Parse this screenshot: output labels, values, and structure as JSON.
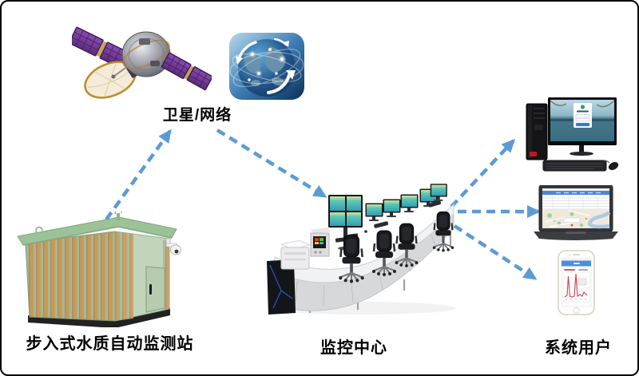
{
  "diagram": {
    "type": "system-architecture",
    "labels": {
      "satellite_network": "卫星/网络",
      "monitoring_station": "步入式水质自动监测站",
      "monitoring_center": "监控中心",
      "system_users": "系统用户"
    },
    "icons": [
      {
        "name": "satellite-icon",
        "depicts": "communication satellite with purple solar panels and gold dish"
      },
      {
        "name": "network-globe-icon",
        "depicts": "blue globe with orbit arcs and white arrows"
      },
      {
        "name": "monitoring-station-icon",
        "depicts": "green walk-in cabin with wood slats, door and camera"
      },
      {
        "name": "control-room-icon",
        "depicts": "curved console desk with monitor wall, four chairs, printer"
      },
      {
        "name": "desktop-computer-icon",
        "depicts": "tower PC with monitor showing login screen, keyboard, mouse"
      },
      {
        "name": "laptop-icon",
        "depicts": "laptop showing data table and map"
      },
      {
        "name": "smartphone-icon",
        "depicts": "white smartphone showing line chart"
      }
    ],
    "connections": [
      {
        "from": "monitoring_station",
        "to": "satellite_network",
        "style": "dashed-arrow"
      },
      {
        "from": "satellite_network",
        "to": "monitoring_center",
        "style": "dashed-arrow"
      },
      {
        "from": "monitoring_center",
        "to": "desktop_computer",
        "style": "dashed-arrow"
      },
      {
        "from": "monitoring_center",
        "to": "laptop",
        "style": "dashed-arrow"
      },
      {
        "from": "monitoring_center",
        "to": "smartphone",
        "style": "dashed-arrow"
      }
    ],
    "colors": {
      "arrow_blue": "#5B9BD5",
      "frame_border": "#000000",
      "station_wall_green": "#C2D5BB",
      "station_roof_green": "#9CC297",
      "station_wood": "#C9995B",
      "solar_panel_purple": "#743B96",
      "globe_dark_blue": "#0C3059",
      "screen_teal": "#3FA8B0"
    }
  }
}
